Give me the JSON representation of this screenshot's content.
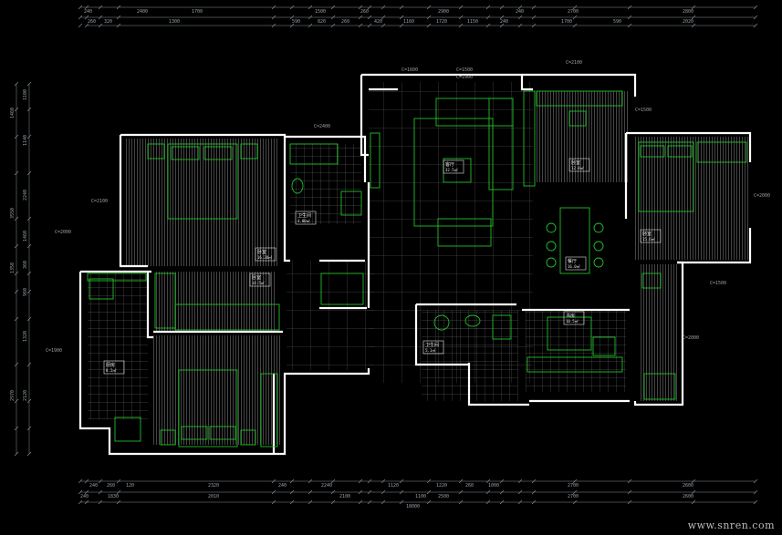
{
  "dimensions": {
    "top_outer": [
      "240",
      "2400",
      "",
      "1700",
      "1500",
      "260",
      "",
      "2900",
      "",
      "240",
      "2700",
      "",
      "2800"
    ],
    "top_inner": [
      "260",
      "320",
      "1300",
      "",
      "",
      "590",
      "820",
      "260",
      "420",
      "1160",
      "1720",
      "1150",
      "240",
      "1700",
      "",
      "590",
      "",
      "2020"
    ],
    "bottom_inner": [
      "240",
      "260",
      "120",
      "2320",
      "",
      "240",
      "2240",
      "",
      "1120",
      "1220",
      "260",
      "1000",
      "",
      "2700",
      "",
      "2600"
    ],
    "bottom_outer": [
      "240",
      "1830",
      "",
      "2010",
      "",
      "2100",
      "",
      "1100",
      "",
      "2500",
      "",
      "",
      "2700",
      "",
      "2600"
    ],
    "bottom_total": "18000",
    "left_outer": [
      "1460",
      "3550",
      "1350",
      "2970"
    ],
    "left_inner": [
      "1100",
      "1140",
      "2240",
      "1460",
      "360",
      "960",
      "1320",
      "2120"
    ]
  },
  "annotations": [
    "C=1600",
    "C=1500",
    "C=2100",
    "C=2400",
    "C=2100",
    "C=2000",
    "C=1500",
    "C=2000",
    "C=1500",
    "C=2000",
    "C=1900",
    "C=1900"
  ],
  "rooms": [
    {
      "name": "卧室",
      "area": "16.20㎡"
    },
    {
      "name": "卫生间",
      "area": "4.80㎡"
    },
    {
      "name": "客厅",
      "area": "32.5㎡"
    },
    {
      "name": "卧室",
      "area": "12.8㎡"
    },
    {
      "name": "卧室",
      "area": "15.6㎡"
    },
    {
      "name": "餐厅",
      "area": "16.0㎡"
    },
    {
      "name": "厨房",
      "area": "8.2㎡"
    },
    {
      "name": "卫生间",
      "area": "5.1㎡"
    },
    {
      "name": "书房",
      "area": "10.5㎡"
    },
    {
      "name": "卧室",
      "area": "14.5㎡"
    }
  ],
  "watermark": "www.snren.com",
  "colors": {
    "wall": "#ffffff",
    "furniture": "#22c02a",
    "hatch": "#9a9a9a",
    "dim": "#9aa0a6",
    "background": "#000000"
  }
}
